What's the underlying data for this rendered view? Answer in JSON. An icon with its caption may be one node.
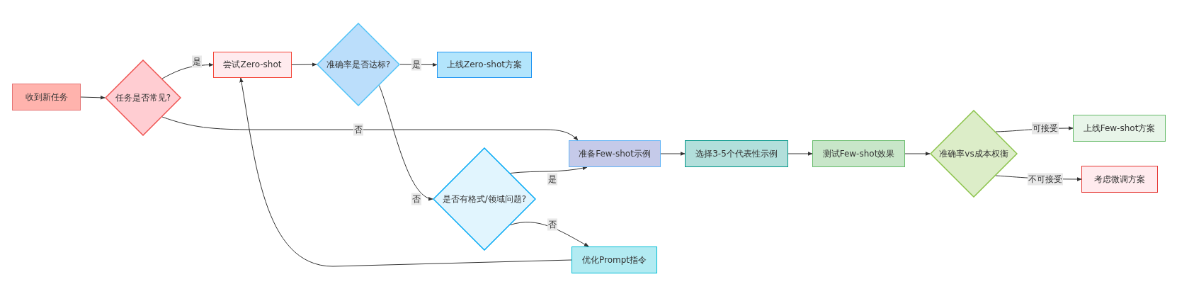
{
  "diagram": {
    "nodes": [
      {
        "text": [
          "收到新任务"
        ]
      },
      {
        "text": [
          "任务是否常见?"
        ]
      },
      {
        "text": [
          "尝试Zero-shot"
        ]
      },
      {
        "text": [
          "准确率是否达标?"
        ]
      },
      {
        "text": [
          "上线Zero-shot方案"
        ]
      },
      {
        "text": [
          "准备Few-shot示例"
        ]
      },
      {
        "text": [
          "是否有格式/领域问题?"
        ]
      },
      {
        "text": [
          "选择3-5个代表性示例"
        ]
      },
      {
        "text": [
          "测试Few-shot效果"
        ]
      },
      {
        "text": [
          "准确率vs成本权衡"
        ]
      },
      {
        "text": [
          "上线Few-shot方案"
        ]
      },
      {
        "text": [
          "考虑微调方案"
        ]
      },
      {
        "text": [
          "优化Prompt指令"
        ]
      }
    ],
    "edges": [
      {
        "from": 0,
        "to": 1,
        "arrow": "to"
      },
      {
        "from": 1,
        "to": 2,
        "arrow": "to",
        "label": "是"
      },
      {
        "from": 1,
        "to": 5,
        "arrow": "to",
        "label": "否"
      },
      {
        "from": 2,
        "to": 3,
        "arrow": "to"
      },
      {
        "from": 3,
        "to": 4,
        "arrow": "to",
        "label": "是"
      },
      {
        "from": 3,
        "to": 6,
        "arrow": "to",
        "label": "否"
      },
      {
        "from": 6,
        "to": 5,
        "arrow": "to",
        "label": "是"
      },
      {
        "from": 6,
        "to": 12,
        "arrow": "to",
        "label": "否"
      },
      {
        "from": 12,
        "to": 2,
        "arrow": "to"
      },
      {
        "from": 5,
        "to": 7,
        "arrow": "to"
      },
      {
        "from": 7,
        "to": 8,
        "arrow": "to"
      },
      {
        "from": 8,
        "to": 9,
        "arrow": "to"
      },
      {
        "from": 9,
        "to": 10,
        "arrow": "to",
        "label": "可接受"
      },
      {
        "from": 9,
        "to": 11,
        "arrow": "to",
        "label": "不可接受"
      }
    ]
  }
}
